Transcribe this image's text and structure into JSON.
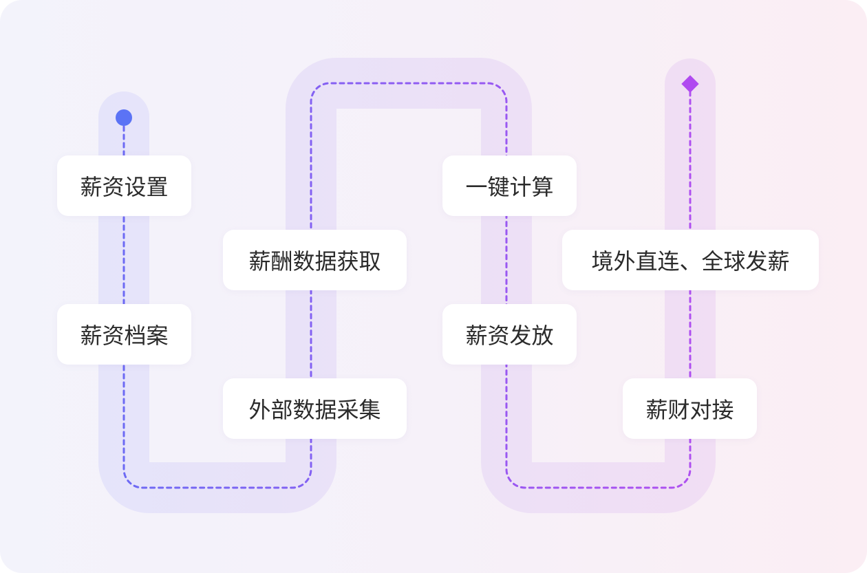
{
  "colors": {
    "track_start": "#e5e4fa",
    "track_end": "#f1def4",
    "dash_start": "#6a6bf4",
    "dash_end": "#b24ef0",
    "start_dot": "#5b73f5",
    "end_diamond": "#b04af0"
  },
  "icons": {
    "start": "circle-dot",
    "end": "diamond"
  },
  "steps": [
    {
      "label": "薪资设置"
    },
    {
      "label": "薪资档案"
    },
    {
      "label": "薪酬数据获取"
    },
    {
      "label": "外部数据采集"
    },
    {
      "label": "一键计算"
    },
    {
      "label": "薪资发放"
    },
    {
      "label": "境外直连、全球发薪"
    },
    {
      "label": "薪财对接"
    }
  ]
}
